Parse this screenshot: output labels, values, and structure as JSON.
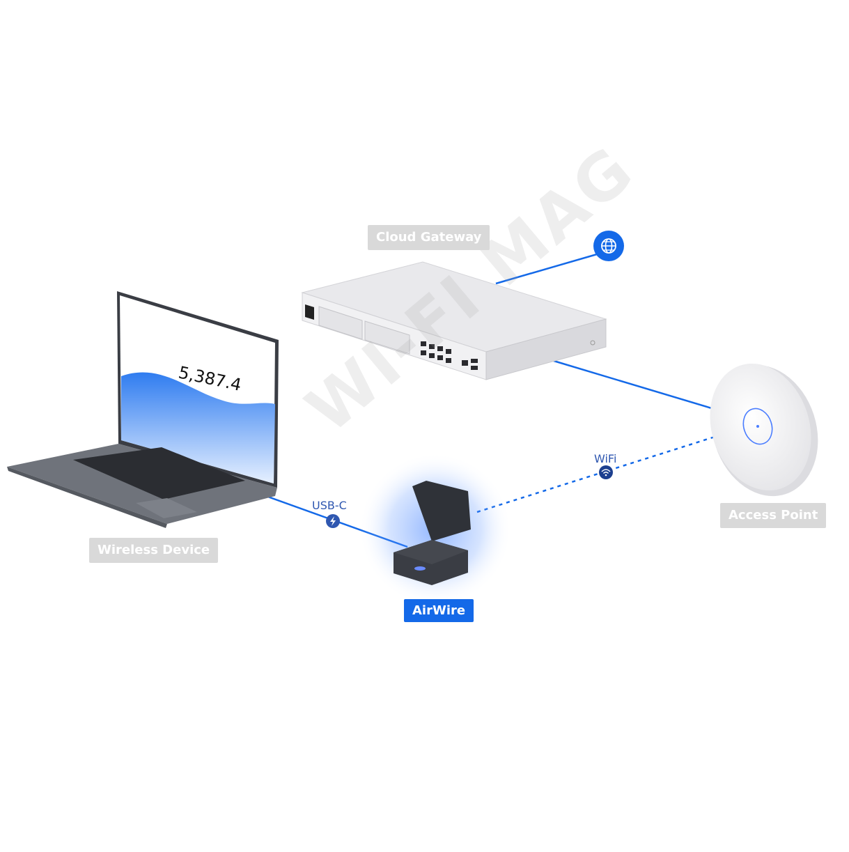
{
  "nodes": {
    "cloud_gateway": "Cloud Gateway",
    "access_point": "Access Point",
    "wireless_device": "Wireless Device",
    "airwire": "AirWire"
  },
  "edges": {
    "usb_c": "USB-C",
    "wifi": "WiFi"
  },
  "laptop_screen": {
    "value": "5,387.4"
  },
  "watermark": "WI-FI MAG",
  "colors": {
    "link": "#1469e8",
    "tag_gray": "#d9d9d9",
    "tag_blue": "#1469e8"
  },
  "icons": [
    "globe-icon",
    "usb-bolt-icon",
    "wifi-icon"
  ]
}
